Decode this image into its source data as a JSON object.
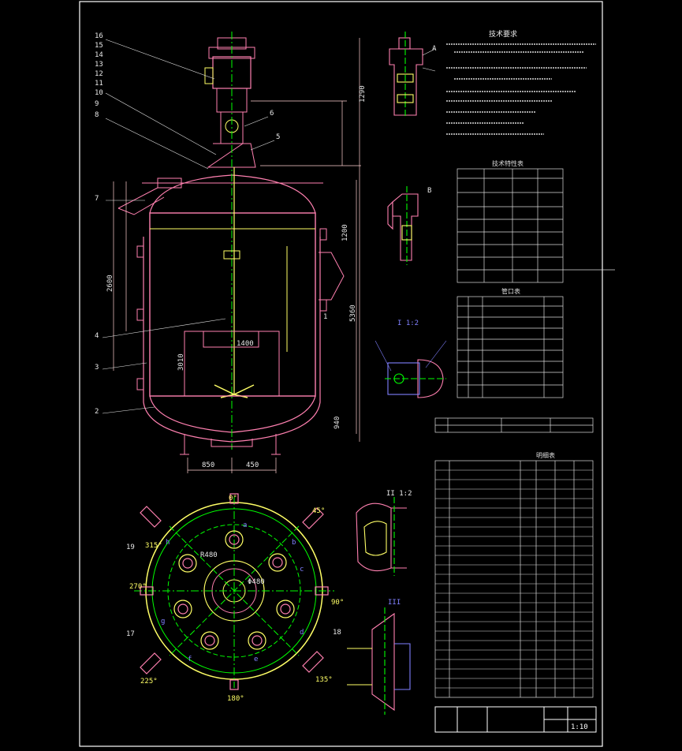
{
  "drawing": {
    "border_color": "#ffffff",
    "vessel_color": "#ff80b0",
    "centerline_color": "#00ff00",
    "dimension_color": "#ffd0d0",
    "detail_color": "#8080ff"
  },
  "section_view": {
    "part_numbers": [
      "16",
      "15",
      "14",
      "13",
      "12",
      "11",
      "10",
      "9",
      "8",
      "7",
      "6",
      "5",
      "4",
      "3",
      "2",
      "1"
    ],
    "dim_height_1": "1290",
    "dim_height_2": "5360",
    "dim_height_3": "940",
    "dim_width_1": "850",
    "dim_width_2": "450",
    "dim_inner": "1400",
    "dim_jacket": "1200",
    "dim_1": "2600",
    "dim_2": "3010"
  },
  "plan_view": {
    "angles": [
      "0°",
      "45°",
      "90°",
      "135°",
      "180°",
      "225°",
      "270°",
      "315°"
    ],
    "nozzle_labels": [
      "a",
      "b",
      "c",
      "d",
      "e",
      "f",
      "g",
      "h"
    ],
    "center_label": "Φ480",
    "radius_label": "R480",
    "tag_1": "19",
    "tag_2": "18",
    "tag_3": "17"
  },
  "detail_views": {
    "detail_a_label": "A",
    "detail_b_label": "B",
    "detail_c_label": "I 1:2",
    "detail_d_label": "II 1:2",
    "detail_e_label": "III"
  },
  "tables": {
    "tech_header": "技术要求",
    "spec_header": "技术特性表",
    "nozzle_header": "管口表",
    "parts_header": "明细表"
  },
  "title_block": {
    "bottom_label": "1:10"
  }
}
